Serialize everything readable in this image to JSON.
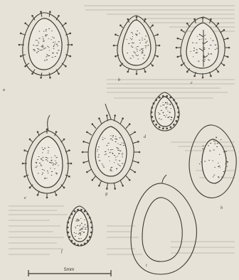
{
  "figure": {
    "panel_labels": {
      "a": "a",
      "b": "b",
      "c": "c",
      "d": "d",
      "e": "e",
      "f": "f",
      "g": "g",
      "h": "h",
      "i": "i"
    },
    "scale_bar": {
      "label": "5mm"
    }
  }
}
